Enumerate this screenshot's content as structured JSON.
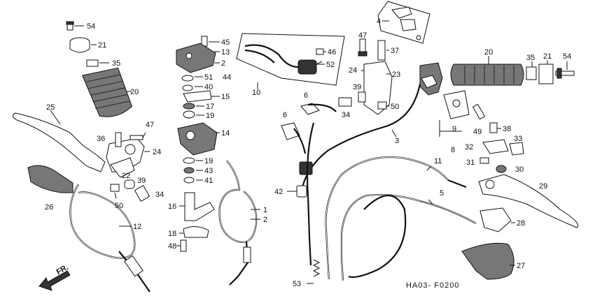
{
  "diagram": {
    "code": "HA03- F0200",
    "direction": "FR.",
    "callouts": {
      "c54a": "54",
      "c21a": "21",
      "c35a": "35",
      "c20a": "20",
      "c25": "25",
      "c47a": "47",
      "c36": "36",
      "c24a": "24",
      "c22": "22",
      "c39a": "39",
      "c34a": "34",
      "c50a": "50",
      "c26": "26",
      "c12": "12",
      "c45": "45",
      "c13": "13",
      "c2a": "2",
      "c51": "51",
      "c44": "44",
      "c40": "40",
      "c15": "15",
      "c17": "17",
      "c19a": "19",
      "c14": "14",
      "c19b": "19",
      "c43": "43",
      "c41": "41",
      "c16": "16",
      "c18": "18",
      "c48": "48",
      "c1": "1",
      "c2b": "2",
      "c10": "10",
      "c46": "46",
      "c52": "52",
      "c4": "4",
      "c47b": "47",
      "c37": "37",
      "c24b": "24",
      "c23": "23",
      "c39b": "39",
      "c34b": "34",
      "c50b": "50",
      "c6a": "6",
      "c6b": "6",
      "c3": "3",
      "c42": "42",
      "c53": "53",
      "c20b": "20",
      "c35b": "35",
      "c21b": "21",
      "c54b": "54",
      "c9": "9",
      "c49": "49",
      "c38": "38",
      "c8": "8",
      "c33": "33",
      "c32": "32",
      "c31": "31",
      "c30": "30",
      "c11": "11",
      "c5": "5",
      "c29": "29",
      "c28": "28",
      "c27": "27"
    }
  }
}
